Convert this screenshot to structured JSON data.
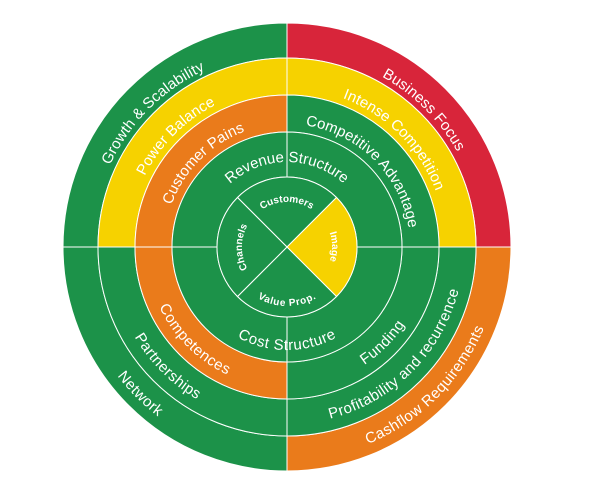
{
  "colors": {
    "green": "#1c9249",
    "yellow": "#f6d200",
    "orange": "#ea7b1b",
    "red": "#d8253a",
    "divider": "#ffffff"
  },
  "rings": [
    {
      "name": "outer",
      "quadrants": {
        "top-left": "green",
        "top-right": "red",
        "bottom-right": "orange",
        "bottom-left": "green"
      },
      "labels": {
        "top-left": "Growth & Scalability",
        "top-right": "Business Focus",
        "bottom-right": "Cashflow Requirements",
        "bottom-left": "Network"
      }
    },
    {
      "name": "ring-2",
      "quadrants": {
        "top-left": "yellow",
        "top-right": "yellow",
        "bottom-right": "green",
        "bottom-left": "green"
      },
      "labels": {
        "top-left": "Power Balance",
        "top-right": "Intense Competition",
        "bottom-right": "Profitability and recurrence",
        "bottom-left": "Partnerships"
      }
    },
    {
      "name": "ring-3",
      "quadrants": {
        "top-left": "orange",
        "top-right": "green",
        "bottom-right": "green",
        "bottom-left": "orange"
      },
      "labels": {
        "top-left": "Customer Pains",
        "top-right": "Competitive Advantage",
        "bottom-right": "Funding",
        "bottom-left": "Competences"
      }
    },
    {
      "name": "ring-4",
      "quadrants": {
        "top-left": "green",
        "top-right": "green",
        "bottom-right": "green",
        "bottom-left": "green"
      },
      "labels": {
        "top": "Revenue Structure",
        "bottom": "Cost Structure"
      }
    },
    {
      "name": "core",
      "quadrants": {
        "top": "green",
        "right": "yellow",
        "bottom": "green",
        "left": "green"
      },
      "labels": {
        "top": "Customers",
        "right": "Image",
        "bottom": "Value Prop.",
        "left": "Channels"
      }
    }
  ]
}
